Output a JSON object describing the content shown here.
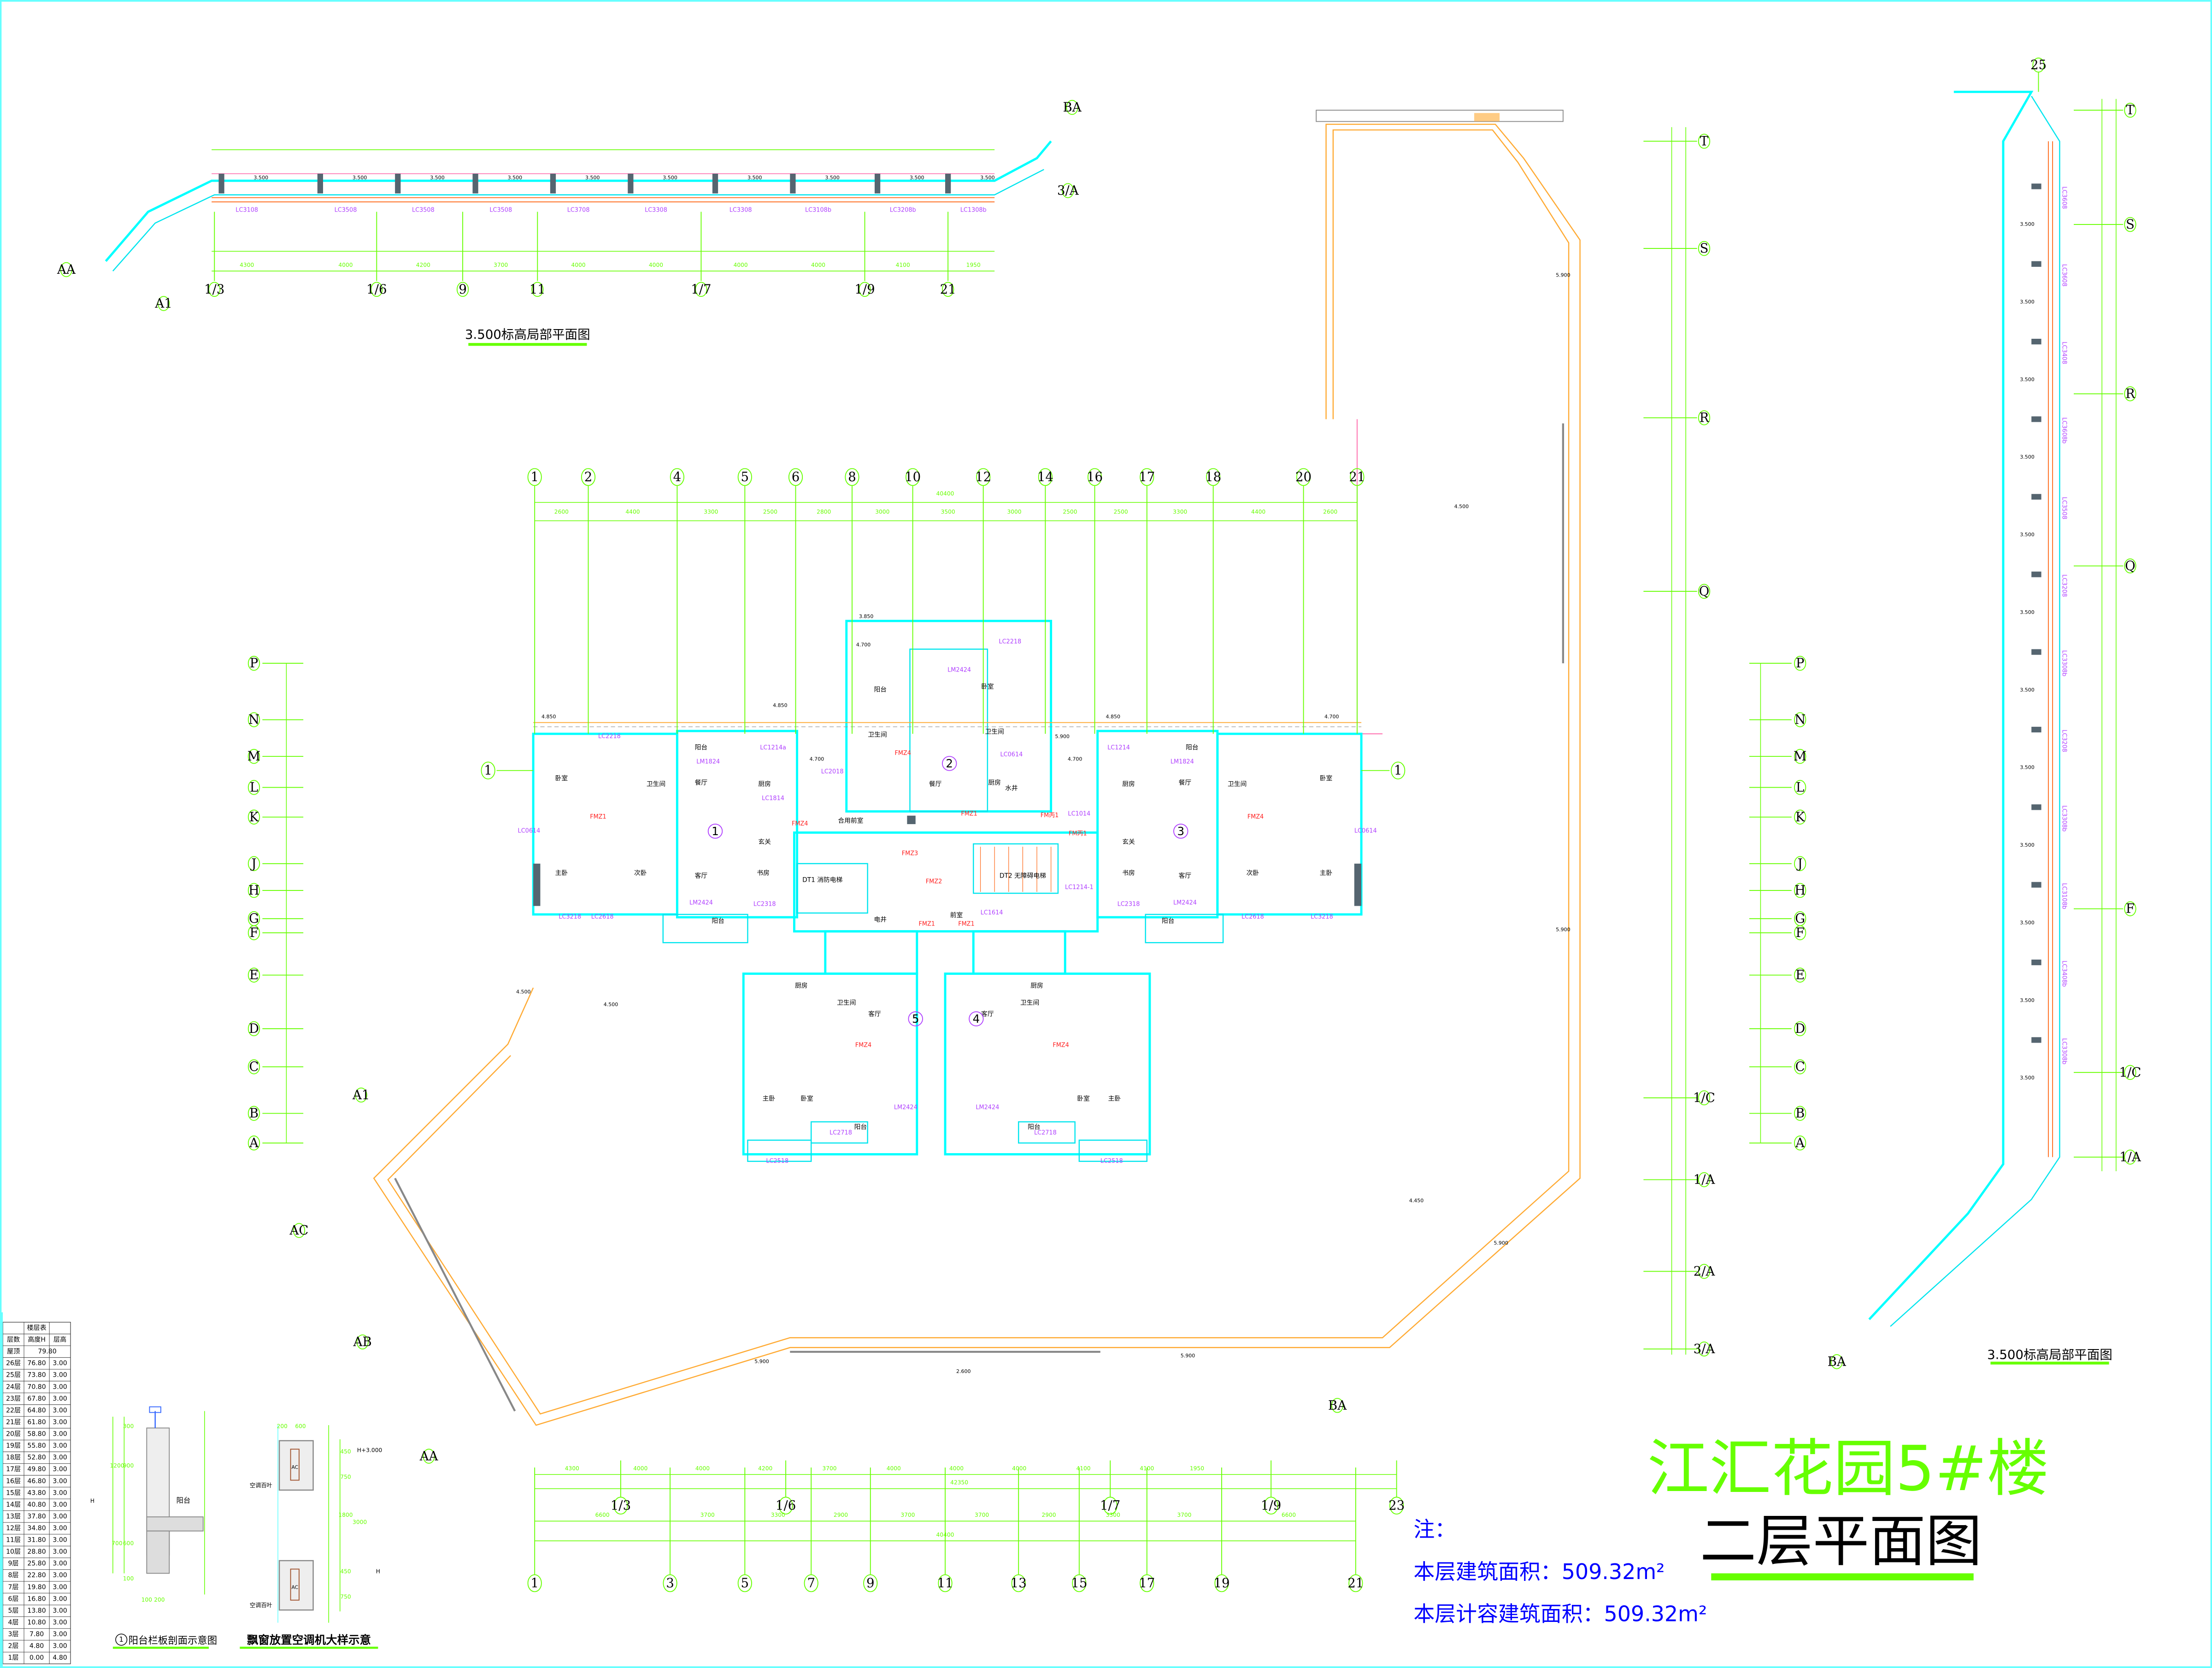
{
  "title": {
    "project": "江汇花园5#楼",
    "drawing": "二层平面图"
  },
  "notes": {
    "label": "注：",
    "area": "本层建筑面积：509.32m²",
    "far_area": "本层计容建筑面积：509.32m²"
  },
  "partial_plan_title": "3.500标高局部平面图",
  "top_axes": [
    "1",
    "2",
    "4",
    "5",
    "6",
    "8",
    "10",
    "12",
    "14",
    "16",
    "17",
    "18",
    "20",
    "21"
  ],
  "top_dims": [
    "2600",
    "4400",
    "3300",
    "2500",
    "2800",
    "3000",
    "3500",
    "3000",
    "2500",
    "2500",
    "3300",
    "4400",
    "2600"
  ],
  "top_total": "40400",
  "bottom_axes": [
    "1",
    "3",
    "5",
    "7",
    "9",
    "11",
    "13",
    "15",
    "17",
    "19",
    "21"
  ],
  "bottom_sub_axes": [
    "1/3",
    "1/6",
    "1/7",
    "1/9",
    "23"
  ],
  "bottom_dims_outer": [
    "4300",
    "4000",
    "4000",
    "4200",
    "3700",
    "4000",
    "4000",
    "4000",
    "4100",
    "4100",
    "1950"
  ],
  "bottom_outer_total": "42350",
  "bottom_dims_mid": [
    "6600",
    "3700",
    "3300",
    "2900",
    "3700",
    "3700",
    "2900",
    "3300",
    "3700",
    "6600"
  ],
  "bottom_mid_total": "40400",
  "row_axes": [
    "P",
    "N",
    "M",
    "L",
    "K",
    "J",
    "H",
    "G",
    "F",
    "E",
    "D",
    "C",
    "B",
    "A"
  ],
  "side_axes": [
    "1",
    "1"
  ],
  "right_axes": [
    "T",
    "S",
    "R",
    "Q",
    "1/C",
    "1/A",
    "2/A",
    "3/A"
  ],
  "far_right_axes": [
    "T",
    "S",
    "R",
    "Q",
    "F",
    "1/C",
    "1/A",
    "25",
    "BA"
  ],
  "diag_axes": [
    "A1",
    "AC",
    "AB",
    "AA",
    "BA"
  ],
  "units": [
    "1",
    "2",
    "3",
    "4",
    "5"
  ],
  "rooms": [
    "阳台",
    "餐厅",
    "厨房",
    "卫生间",
    "卧室",
    "主卧",
    "客厅",
    "书房",
    "玄关",
    "次卧",
    "阳台",
    "阳台",
    "卫生间",
    "卧室",
    "餐厅",
    "厨房",
    "卫生间",
    "水井",
    "阳台",
    "餐厅",
    "厨房",
    "卫生间",
    "卧室",
    "主卧",
    "客厅",
    "书房",
    "玄关",
    "次卧",
    "阳台",
    "合用前室",
    "前室",
    "电井",
    "DT1 消防电梯",
    "DT2 无障碍电梯",
    "客厅",
    "卧室",
    "厨房",
    "卫生间",
    "阳台",
    "主卧",
    "客厅",
    "卧室",
    "厨房",
    "卫生间",
    "阳台",
    "主卧"
  ],
  "codes": [
    "LC1214a",
    "LM1824",
    "LC1814",
    "LC2018",
    "LC0614",
    "LC1214",
    "LM1824",
    "LC2318",
    "LM2424",
    "LC2618",
    "LC3218",
    "LC2318",
    "LM2424",
    "LC2618",
    "LC3218",
    "LM2424",
    "LC2218",
    "LC2218",
    "LC1614",
    "LC1014",
    "LM2424",
    "LC2718",
    "LC2518",
    "LM2424",
    "LC2718",
    "LC2518",
    "LC0614",
    "LC0614",
    "LC1214-1"
  ],
  "red_codes": [
    "FMZ4",
    "FMZ1",
    "FMZ1",
    "FMZ2",
    "FMZ3",
    "FMZ4",
    "FMZ4",
    "FMZ1",
    "FMZ1",
    "FM丙1",
    "FM丙1",
    "FMZ4",
    "FMZ4"
  ],
  "levels": [
    "3.850",
    "4.850",
    "4.850",
    "4.850",
    "4.700",
    "4.700",
    "4.700",
    "4.700",
    "5.900",
    "5.900",
    "5.900",
    "5.900",
    "5.900",
    "5.900",
    "4.500",
    "4.500",
    "4.500",
    "4.450",
    "2.600"
  ],
  "top_left_partial": {
    "axes": [
      "1/3",
      "1/6",
      "9",
      "11",
      "1/7",
      "1/9",
      "21",
      "AA",
      "A1",
      "BA",
      "3/A"
    ],
    "window_codes": [
      "LC3108",
      "LC3508",
      "LC3508",
      "LC3508",
      "LC3708",
      "LC3308",
      "LC3308",
      "LC3108b",
      "LC3208b",
      "LC1308b"
    ],
    "level": "3.500",
    "dims": [
      "4300",
      "4000",
      "4200",
      "3700",
      "4000",
      "4000",
      "4000",
      "4000",
      "4100",
      "1950"
    ]
  },
  "far_right_partial": {
    "window_codes": [
      "LC3608",
      "LC3608",
      "LC3408",
      "LC3608b",
      "LC3508",
      "LC3208",
      "LC3308b",
      "LC3208",
      "LC3308b",
      "LC3108b",
      "LC3408b",
      "LC3308b"
    ],
    "level": "3.500"
  },
  "floor_table": {
    "title": "楼层表",
    "headers": [
      "层数",
      "高度H",
      "层高"
    ],
    "roof": [
      "屋顶",
      "79.80"
    ],
    "rows": [
      [
        "26层",
        "76.80",
        "3.00"
      ],
      [
        "25层",
        "73.80",
        "3.00"
      ],
      [
        "24层",
        "70.80",
        "3.00"
      ],
      [
        "23层",
        "67.80",
        "3.00"
      ],
      [
        "22层",
        "64.80",
        "3.00"
      ],
      [
        "21层",
        "61.80",
        "3.00"
      ],
      [
        "20层",
        "58.80",
        "3.00"
      ],
      [
        "19层",
        "55.80",
        "3.00"
      ],
      [
        "18层",
        "52.80",
        "3.00"
      ],
      [
        "17层",
        "49.80",
        "3.00"
      ],
      [
        "16层",
        "46.80",
        "3.00"
      ],
      [
        "15层",
        "43.80",
        "3.00"
      ],
      [
        "14层",
        "40.80",
        "3.00"
      ],
      [
        "13层",
        "37.80",
        "3.00"
      ],
      [
        "12层",
        "34.80",
        "3.00"
      ],
      [
        "11层",
        "31.80",
        "3.00"
      ],
      [
        "10层",
        "28.80",
        "3.00"
      ],
      [
        "9层",
        "25.80",
        "3.00"
      ],
      [
        "8层",
        "22.80",
        "3.00"
      ],
      [
        "7层",
        "19.80",
        "3.00"
      ],
      [
        "6层",
        "16.80",
        "3.00"
      ],
      [
        "5层",
        "13.80",
        "3.00"
      ],
      [
        "4层",
        "10.80",
        "3.00"
      ],
      [
        "3层",
        "7.80",
        "3.00"
      ],
      [
        "2层",
        "4.80",
        "3.00"
      ],
      [
        "1层",
        "0.00",
        "4.80"
      ]
    ]
  },
  "details": {
    "balcony_no": "1",
    "balcony_title": "阳台栏板剖面示意图",
    "balcony_label": "阳台",
    "balcony_h": "H",
    "balcony_dims": [
      "300",
      "900",
      "1200",
      "600",
      "700",
      "100",
      "100",
      "200"
    ],
    "ac_title": "飘窗放置空调机大样示意",
    "ac_louver": "空调百叶",
    "ac_unit": "AC",
    "ac_level": "H+3.000",
    "ac_h": "H",
    "ac_dims": [
      "200",
      "600",
      "450",
      "750",
      "1800",
      "3000",
      "450",
      "750"
    ]
  },
  "colors": {
    "axis": "#66ff00",
    "wall": "#00ffff",
    "site": "#ffaa33",
    "code": "#b040ff",
    "fire_door": "#ff2020",
    "note": "#0000ff",
    "title_accent": "#66ff00"
  }
}
